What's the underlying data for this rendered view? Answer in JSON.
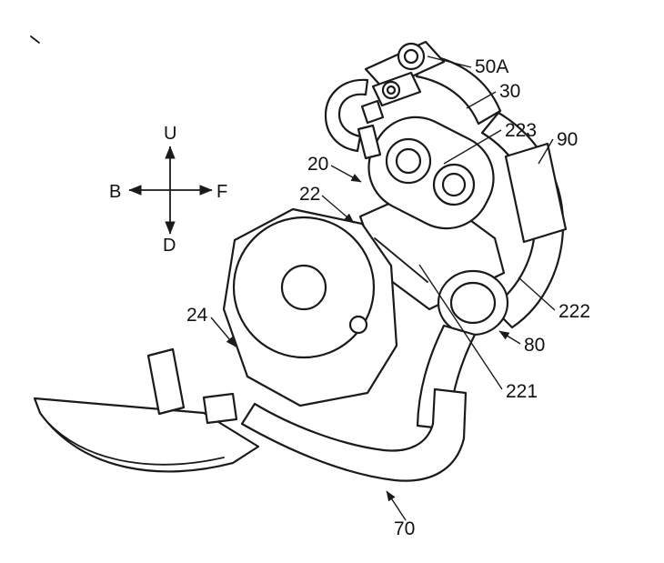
{
  "figure": {
    "background_color": "#ffffff",
    "line_color": "#1a1a1a"
  },
  "compass": {
    "up_label": "U",
    "down_label": "D",
    "back_label": "B",
    "front_label": "F"
  },
  "reference_labels": [
    {
      "text": "50A"
    },
    {
      "text": "30"
    },
    {
      "text": "223"
    },
    {
      "text": "90"
    },
    {
      "text": "20"
    },
    {
      "text": "22"
    },
    {
      "text": "222"
    },
    {
      "text": "80"
    },
    {
      "text": "24"
    },
    {
      "text": "221"
    },
    {
      "text": "70"
    }
  ]
}
